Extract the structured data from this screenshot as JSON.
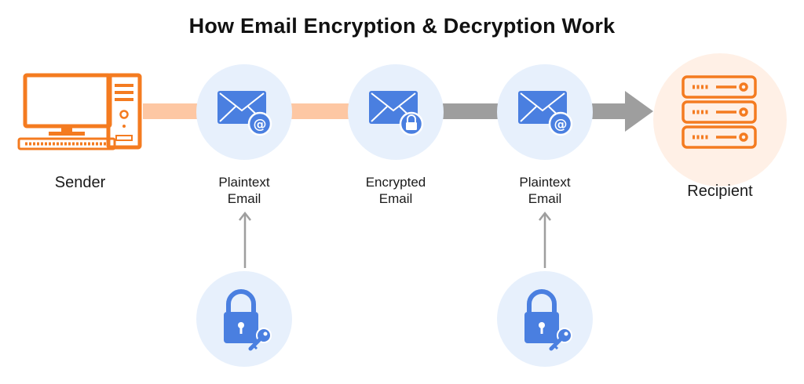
{
  "title": "How Email Encryption & Decryption Work",
  "colors": {
    "orange": "#f47b20",
    "orange_light": "#fdc7a3",
    "peach_bg": "#fff0e6",
    "blue": "#4a7fe0",
    "blue_bg": "#e7f0fc",
    "gray": "#9e9e9e"
  },
  "nodes": {
    "sender": {
      "label": "Sender"
    },
    "plaintext_1": {
      "line1": "Plaintext",
      "line2": "Email"
    },
    "encrypted": {
      "line1": "Encrypted",
      "line2": "Email"
    },
    "plaintext_2": {
      "line1": "Plaintext",
      "line2": "Email"
    },
    "recipient": {
      "label": "Recipient"
    }
  },
  "icons": {
    "sender": [
      "computer-monitor-icon",
      "keyboard-icon",
      "computer-tower-icon"
    ],
    "plaintext": "envelope-at-icon",
    "encrypted": "envelope-lock-icon",
    "key": "padlock-key-icon",
    "recipient": "server-stack-icon"
  }
}
